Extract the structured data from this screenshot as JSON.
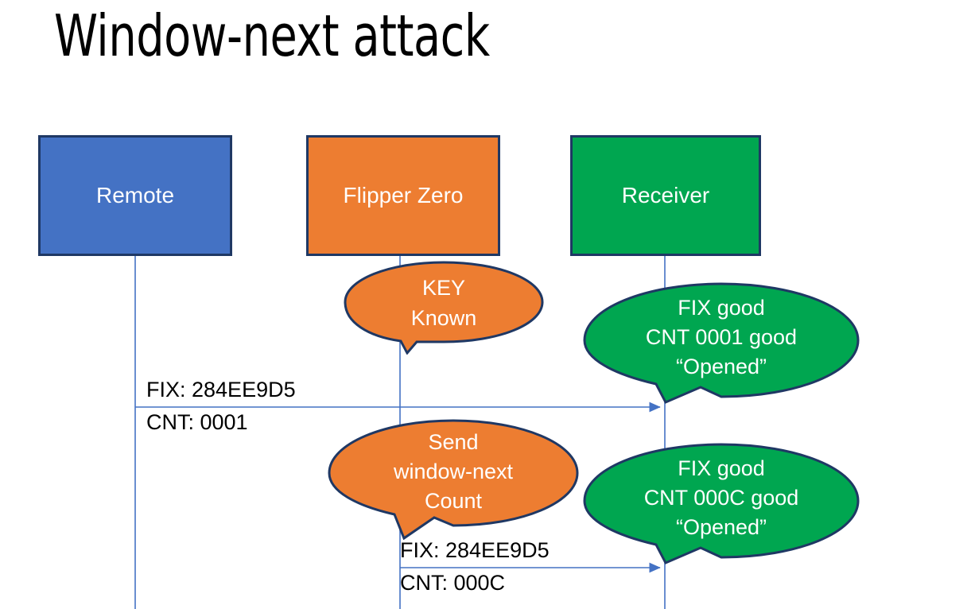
{
  "slide": {
    "title": "Window-next attack",
    "background": "#FFFFFF"
  },
  "colors": {
    "remote_fill": "#4472C4",
    "flipper_fill": "#ED7D31",
    "receiver_fill": "#00A650",
    "box_border": "#1F3864",
    "bubble_border": "#1F3864",
    "lifeline": "#4472C4",
    "arrow": "#4472C4",
    "text_light": "#FFFFFF",
    "text_dark": "#000000"
  },
  "actors": [
    {
      "id": "remote",
      "label": "Remote",
      "fill": "#4472C4"
    },
    {
      "id": "flipper",
      "label": "Flipper Zero",
      "fill": "#ED7D31"
    },
    {
      "id": "receiver",
      "label": "Receiver",
      "fill": "#00A650"
    }
  ],
  "callouts": [
    {
      "id": "key-known",
      "actor": "flipper",
      "fill": "#ED7D31",
      "lines": [
        "KEY",
        "Known"
      ]
    },
    {
      "id": "receiver-ack-1",
      "actor": "receiver",
      "fill": "#00A650",
      "lines": [
        "FIX good",
        "CNT 0001 good",
        "“Opened”"
      ]
    },
    {
      "id": "send-window-next",
      "actor": "flipper",
      "fill": "#ED7D31",
      "lines": [
        "Send",
        "window-next",
        "Count"
      ]
    },
    {
      "id": "receiver-ack-2",
      "actor": "receiver",
      "fill": "#00A650",
      "lines": [
        "FIX good",
        "CNT 000C good",
        "“Opened”"
      ]
    }
  ],
  "messages": [
    {
      "id": "msg-remote-to-receiver",
      "from": "remote",
      "to": "receiver",
      "label_above": "FIX: 284EE9D5",
      "label_below": "CNT: 0001"
    },
    {
      "id": "msg-flipper-to-receiver",
      "from": "flipper",
      "to": "receiver",
      "label_above": "FIX: 284EE9D5",
      "label_below": "CNT: 000C"
    }
  ]
}
